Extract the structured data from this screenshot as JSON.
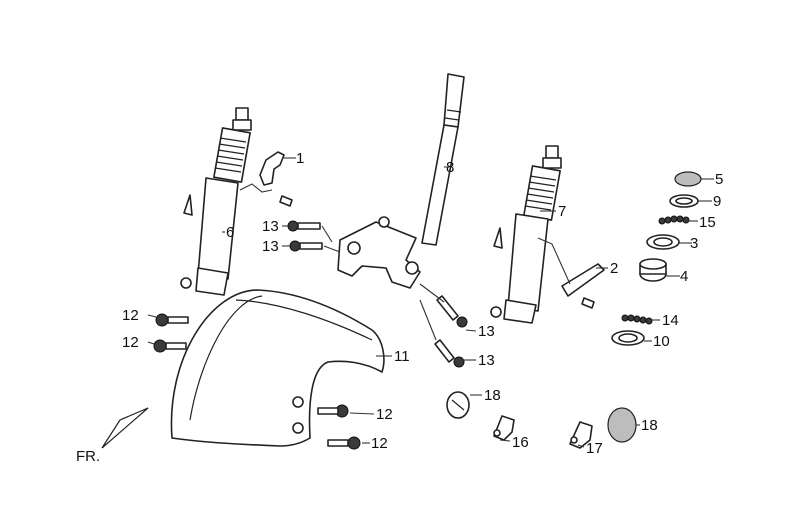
{
  "diagram": {
    "callouts": [
      {
        "id": "c1",
        "text": "1"
      },
      {
        "id": "c2",
        "text": "2"
      },
      {
        "id": "c3",
        "text": "3"
      },
      {
        "id": "c4",
        "text": "4"
      },
      {
        "id": "c5",
        "text": "5"
      },
      {
        "id": "c6",
        "text": "6"
      },
      {
        "id": "c7",
        "text": "7"
      },
      {
        "id": "c8",
        "text": "8"
      },
      {
        "id": "c9",
        "text": "9"
      },
      {
        "id": "c10",
        "text": "10"
      },
      {
        "id": "c11",
        "text": "11"
      },
      {
        "id": "c12a",
        "text": "12"
      },
      {
        "id": "c12b",
        "text": "12"
      },
      {
        "id": "c12c",
        "text": "12"
      },
      {
        "id": "c12d",
        "text": "12"
      },
      {
        "id": "c13a",
        "text": "13"
      },
      {
        "id": "c13b",
        "text": "13"
      },
      {
        "id": "c13c",
        "text": "13"
      },
      {
        "id": "c13d",
        "text": "13"
      },
      {
        "id": "c14",
        "text": "14"
      },
      {
        "id": "c15",
        "text": "15"
      },
      {
        "id": "c16",
        "text": "16"
      },
      {
        "id": "c17",
        "text": "17"
      },
      {
        "id": "c18a",
        "text": "18"
      },
      {
        "id": "c18b",
        "text": "18"
      }
    ],
    "direction_label": "FR."
  }
}
